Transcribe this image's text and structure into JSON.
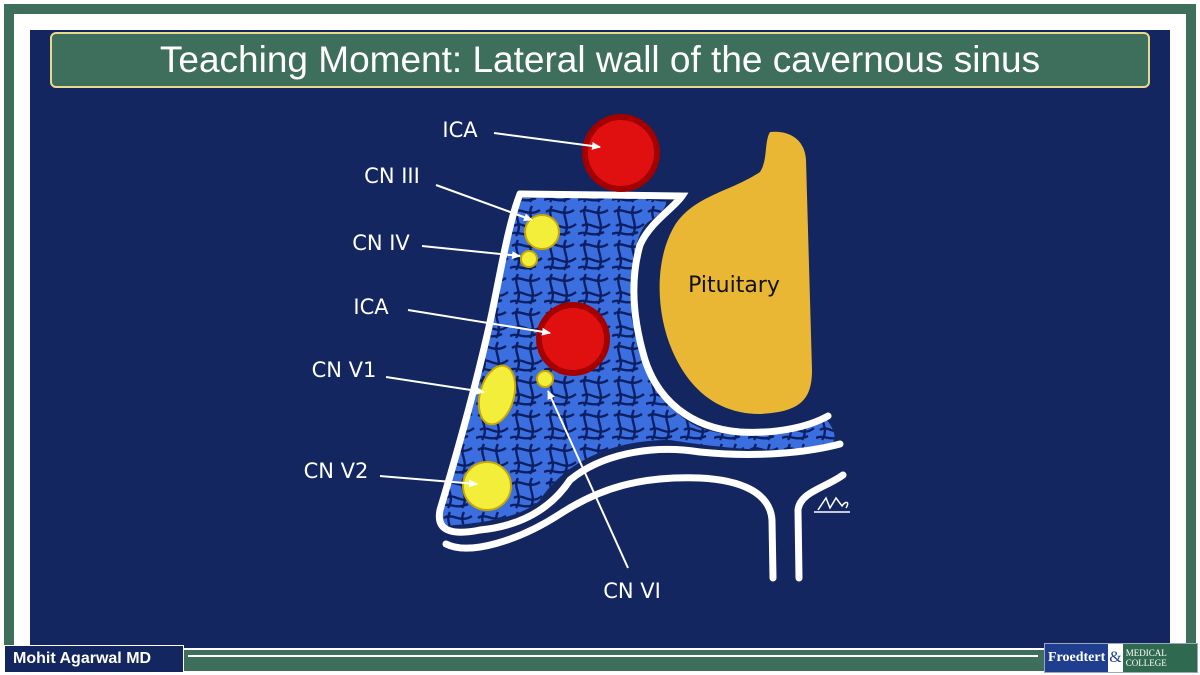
{
  "title": "Teaching Moment: Lateral wall of the cavernous sinus",
  "author": "Mohit Agarwal MD",
  "logo": {
    "left": "Froedtert",
    "amp": "&",
    "right_line1": "MEDICAL",
    "right_line2": "COLLEGE"
  },
  "labels": {
    "ica_top": "ICA",
    "cn3": "CN III",
    "cn4": "CN IV",
    "ica_mid": "ICA",
    "cn_v1": "CN V1",
    "cn_v2": "CN V2",
    "cn6": "CN VI",
    "pituitary": "Pituitary"
  },
  "signature": "MAg",
  "colors": {
    "frame": "#3e6e5c",
    "background": "#13265f",
    "sinus": "#3b6fe0",
    "artery": "#e01010",
    "nerve": "#f3ee3a",
    "pituitary": "#e9b734"
  }
}
